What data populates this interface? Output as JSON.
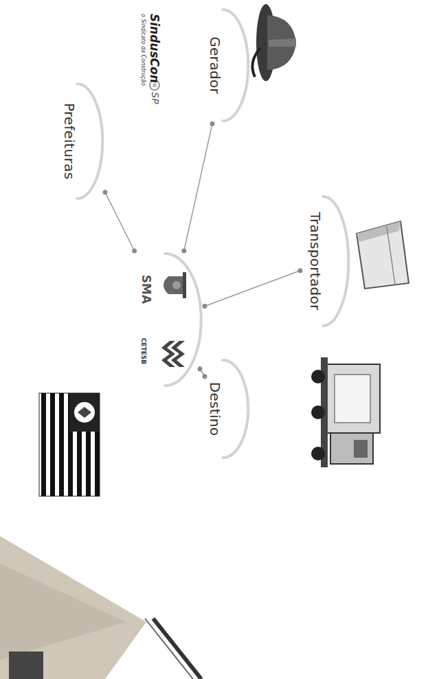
{
  "diagram": {
    "nodes": [
      {
        "text": [
          "Gerador"
        ]
      },
      {
        "text": [
          "Transportador"
        ]
      },
      {
        "text": [
          "Destino"
        ]
      },
      {
        "text": [
          "SMA",
          "CETESB"
        ]
      },
      {
        "text": [
          "Prefeituras"
        ]
      }
    ],
    "edges": [
      {
        "from": 3,
        "to": 0,
        "arrow": "none"
      },
      {
        "from": 3,
        "to": 1,
        "arrow": "none"
      },
      {
        "from": 3,
        "to": 2,
        "arrow": "none"
      },
      {
        "from": 3,
        "to": 4,
        "arrow": "none"
      }
    ],
    "labels": [
      "SindusCon",
      "SP",
      "o Sindicato da Construção"
    ]
  }
}
